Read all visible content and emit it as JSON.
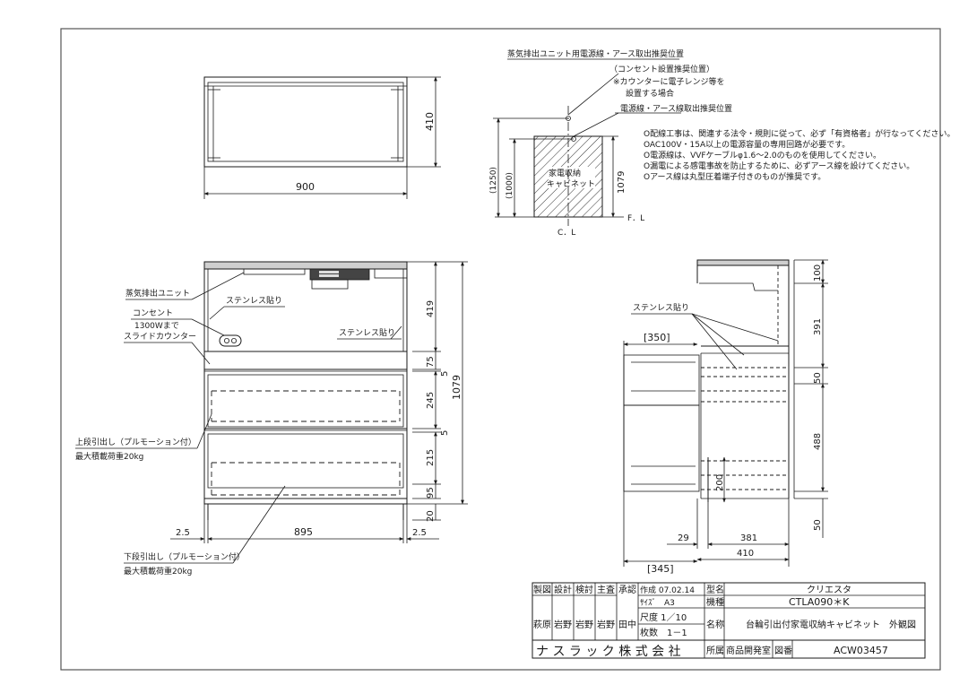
{
  "top_view": {
    "dim_width": "900",
    "dim_height": "410"
  },
  "wiring": {
    "title": "蒸気排出ユニット用電源線・アース取出推奨位置",
    "outlet_note": "（コンセント設置推奨位置）",
    "range_note_1": "※カウンターに電子レンジ等を",
    "range_note_2": "設置する場合",
    "cable_note": "電源線・アース線取出推奨位置",
    "cabinet_label_1": "家電収納",
    "cabinet_label_2": "キャビネット",
    "dim_1250": "(1250)",
    "dim_1000": "(1000)",
    "dim_1079": "1079",
    "fl_label": "F．L",
    "cl_label": "C．L",
    "notes": [
      "O配線工事は、関連する法令・規則に従って、必ず「有資格者」が行なってください。",
      "OAC100V・15A以上の電源容量の専用回路が必要です。",
      "O電源線は、VVFケーブルφ1.6～2.0のものを使用してください。",
      "O漏電による感電事故を防止するために、必ずアース線を設けてください。",
      "Oアース線は丸型圧着端子付きのものが推奨です。"
    ]
  },
  "front_view": {
    "label_steam_unit": "蒸気排出ユニット",
    "label_outlet": "コンセント",
    "label_slide_1": "1300Wまで",
    "label_slide_2": "スライドカウンター",
    "label_stainless_1": "ステンレス貼り",
    "label_stainless_2": "ステンレス貼り",
    "label_upper_drawer_1": "上段引出し（プルモーション付）",
    "label_upper_drawer_2": "最大積載荷重20kg",
    "label_lower_drawer_1": "下段引出し（プルモーション付）",
    "label_lower_drawer_2": "最大積載荷重20kg",
    "dim_419": "419",
    "dim_75": "75",
    "dim_5a": "5",
    "dim_245": "245",
    "dim_5b": "5",
    "dim_215": "215",
    "dim_95": "95",
    "dim_20": "20",
    "dim_1079": "1079",
    "dim_left": "2.5",
    "dim_center": "895",
    "dim_right": "2.5"
  },
  "side_view": {
    "label_stainless": "ステンレス貼り",
    "dim_350": "[350]",
    "dim_100": "100",
    "dim_391": "391",
    "dim_50a": "50",
    "dim_488": "488",
    "dim_200": "200",
    "dim_50b": "50",
    "dim_29": "29",
    "dim_381": "381",
    "dim_410": "410",
    "dim_345": "[345]"
  },
  "title_block": {
    "h_seizu": "製図",
    "h_sekkei": "設計",
    "h_kento": "検討",
    "h_shusa": "主査",
    "h_shonin": "承認",
    "sig_1": "萩原",
    "sig_2": "岩野",
    "sig_3": "岩野",
    "sig_4": "岩野",
    "sig_5": "田中",
    "created": "作成 07.02.14",
    "size": "ｻｲｽﾞ　A3",
    "scale": "尺度 1／10",
    "sheets": "枚数　1－1",
    "l_model": "型名",
    "v_model": "クリエスタ",
    "l_type": "機種",
    "v_type": "CTLA090＊K",
    "l_name": "名称",
    "v_name": "台輪引出付家電収納キャビネット　外観図",
    "company": "ナ ス ラ ッ ク 株 式 会 社",
    "l_dept": "所属",
    "v_dept": "商品開発室",
    "l_drawing_no": "図番",
    "v_drawing_no": "ACW03457"
  }
}
